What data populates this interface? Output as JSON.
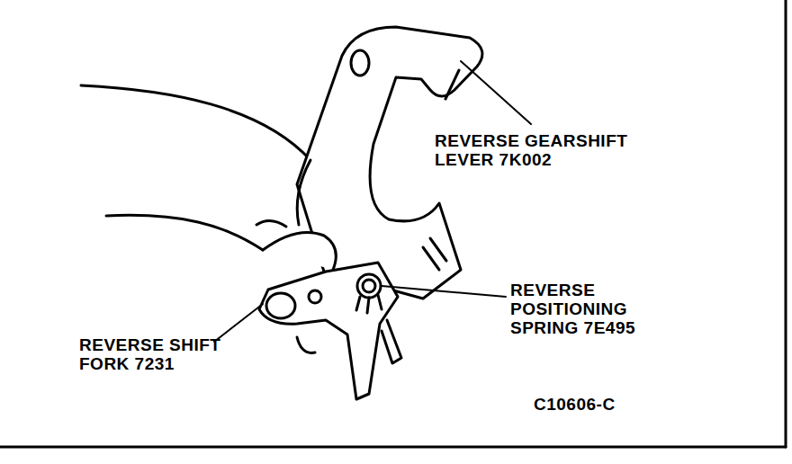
{
  "diagram": {
    "labels": [
      "REVERSE GEARSHIFT LEVER 7K002",
      "REVERSE POSITIONING SPRING 7E495",
      "REVERSE SHIFT FORK 7231",
      "C10606-C"
    ]
  }
}
